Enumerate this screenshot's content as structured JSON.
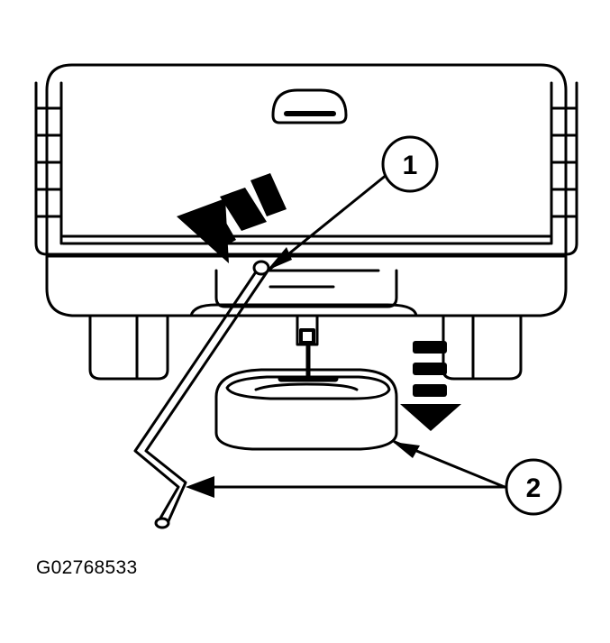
{
  "callouts": [
    {
      "id": "callout-1",
      "label": "1"
    },
    {
      "id": "callout-2",
      "label": "2"
    }
  ],
  "figure_id": "G02768533",
  "colors": {
    "ink": "#000000",
    "paper": "#ffffff"
  },
  "icons": [
    "arrow-left-down-icon",
    "arrow-down-icon"
  ]
}
